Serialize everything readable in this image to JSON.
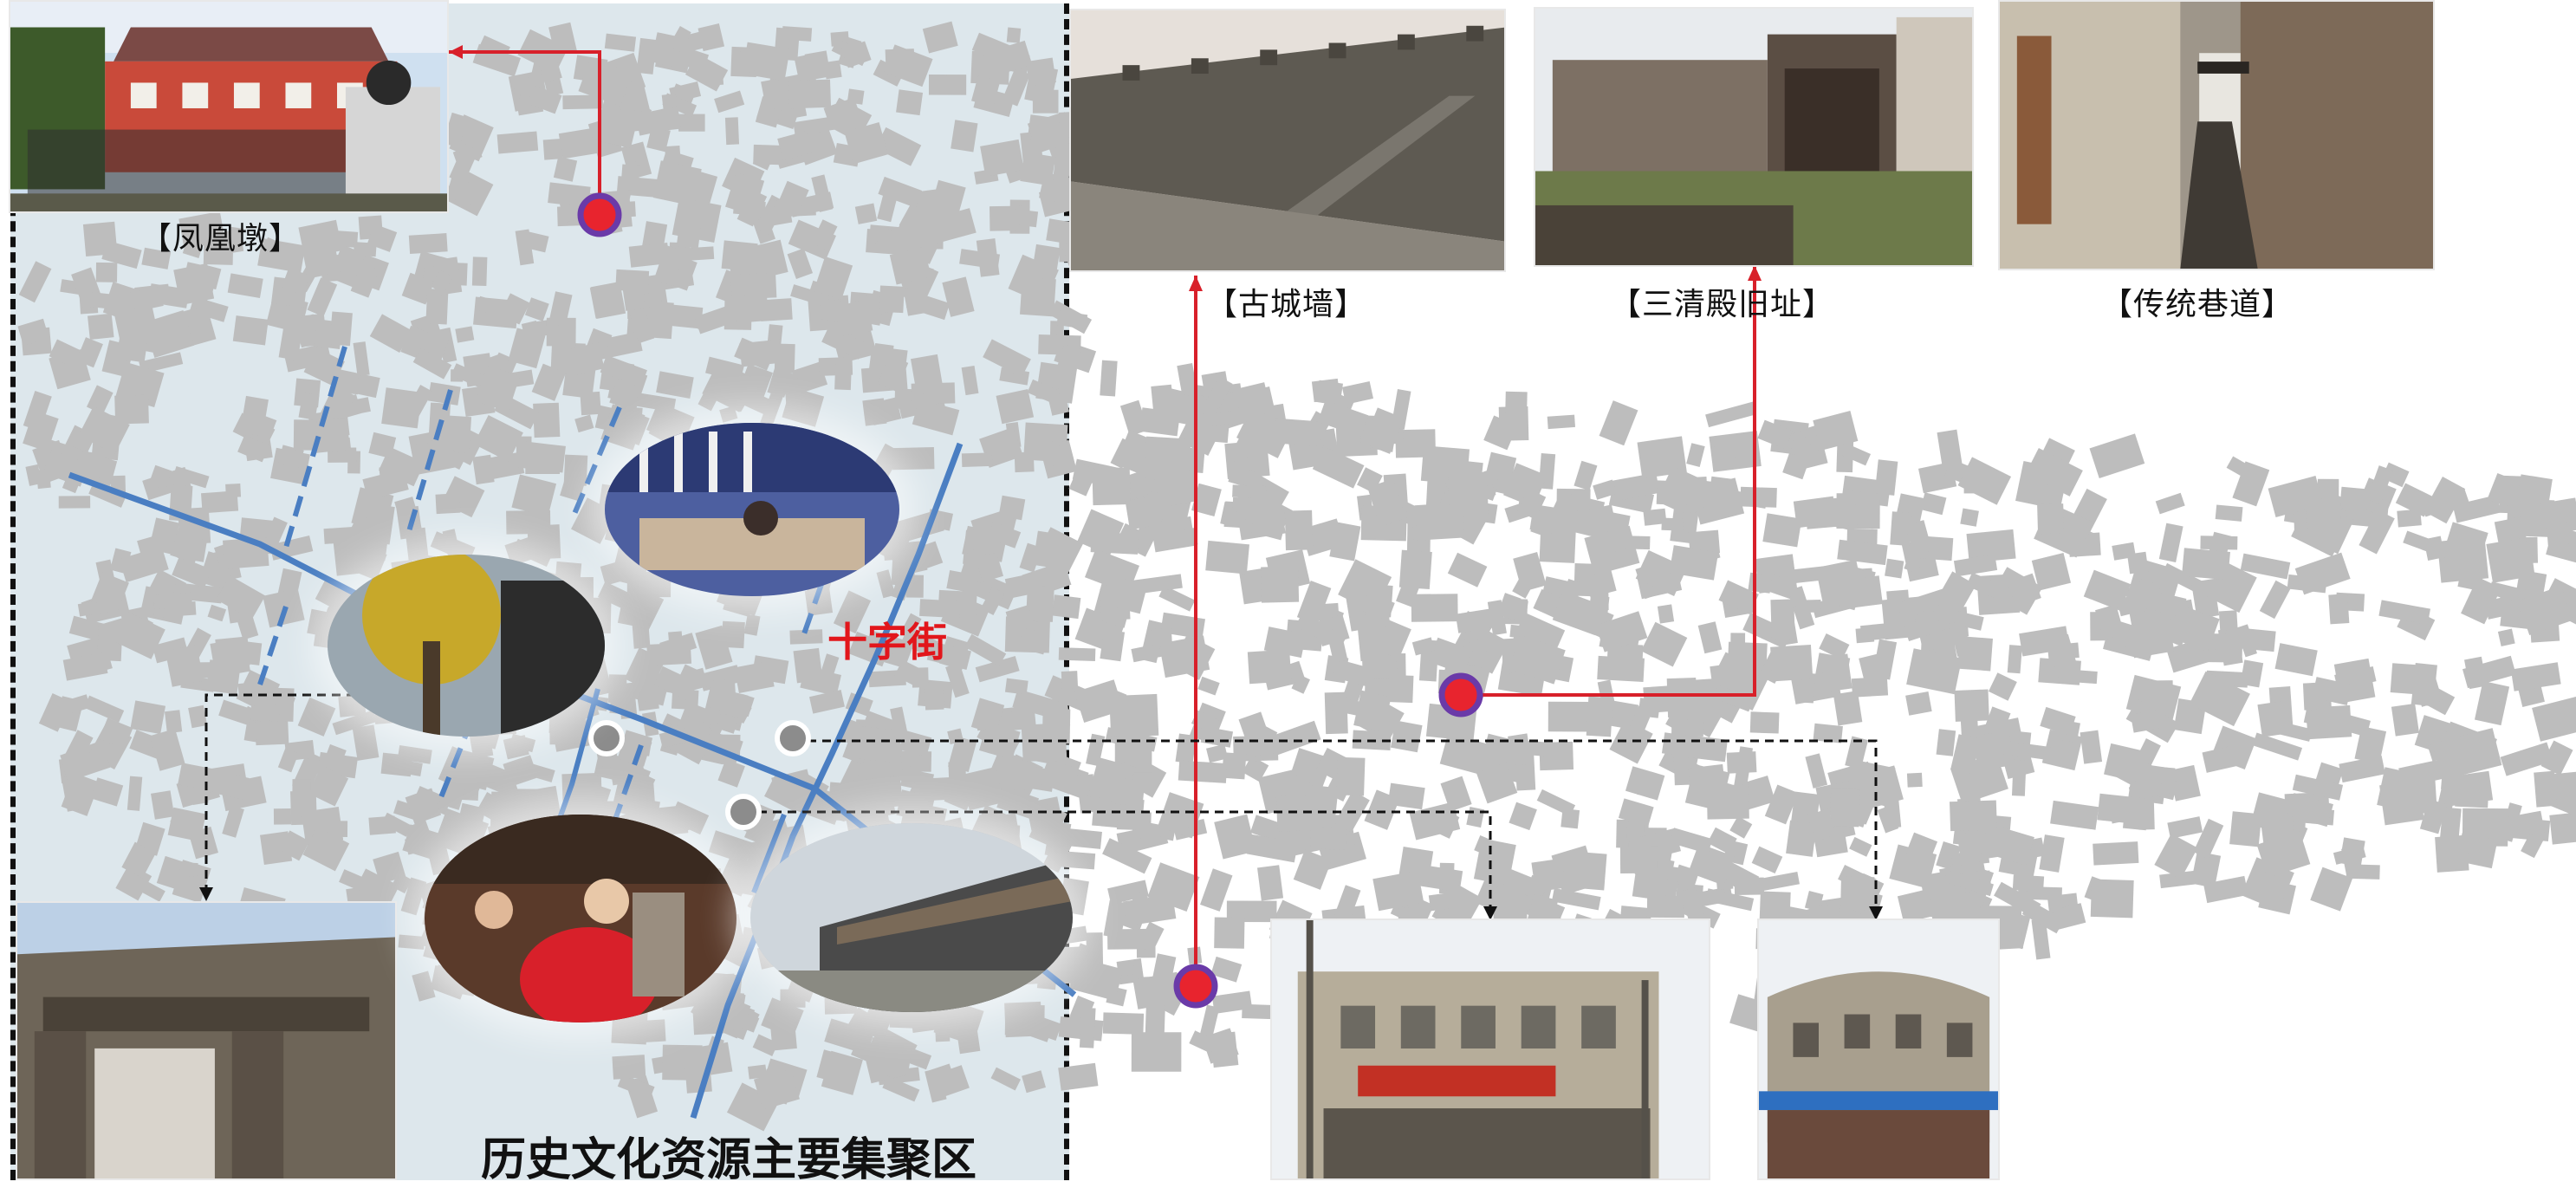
{
  "zone_title": "历史文化资源主要集聚区",
  "street_label": "十字街",
  "captions": {
    "fenghuangdun": "【凤凰墩】",
    "gu_chengqiang": "【古城墙】",
    "sanqingdian": "【三清殿旧址】",
    "chuantong_xiangdao": "【传统巷道】"
  },
  "colors": {
    "zone_fill": "#dde7ec",
    "building_gray": "#bdbdbd",
    "street_blue": "#4a7ec2",
    "leader_red": "#d8202a",
    "marker_purple": "#6a3aa8",
    "marker_red": "#e8242e",
    "node_gray": "#8c8c8c",
    "label_red": "#e2161b"
  },
  "photos": [
    {
      "id": "fenghuangdun",
      "subject": "red-villa-photo"
    },
    {
      "id": "gu_chengqiang",
      "subject": "city-wall-photo"
    },
    {
      "id": "sanqingdian",
      "subject": "ruined-hall-photo"
    },
    {
      "id": "chuantong_xiangdao",
      "subject": "alley-photo"
    },
    {
      "id": "bottom_left",
      "subject": "old-gate-photo"
    },
    {
      "id": "bottom_mid",
      "subject": "shop-building-photo"
    },
    {
      "id": "bottom_right",
      "subject": "round-corner-building-photo"
    }
  ],
  "street_photos": [
    {
      "id": "market",
      "subject": "market-stall-photo"
    },
    {
      "id": "tree_street",
      "subject": "tree-street-photo"
    },
    {
      "id": "barber",
      "subject": "barber-photo"
    },
    {
      "id": "old_street",
      "subject": "old-street-photo"
    }
  ],
  "markers": [
    {
      "id": "fenghuangdun",
      "icon": "site-marker-icon"
    },
    {
      "id": "gu_chengqiang",
      "icon": "site-marker-icon"
    },
    {
      "id": "sanqingdian",
      "icon": "site-marker-icon"
    }
  ],
  "street_nodes": [
    {
      "id": "node-1",
      "icon": "street-node-icon"
    },
    {
      "id": "node-2",
      "icon": "street-node-icon"
    },
    {
      "id": "node-3",
      "icon": "street-node-icon"
    }
  ]
}
